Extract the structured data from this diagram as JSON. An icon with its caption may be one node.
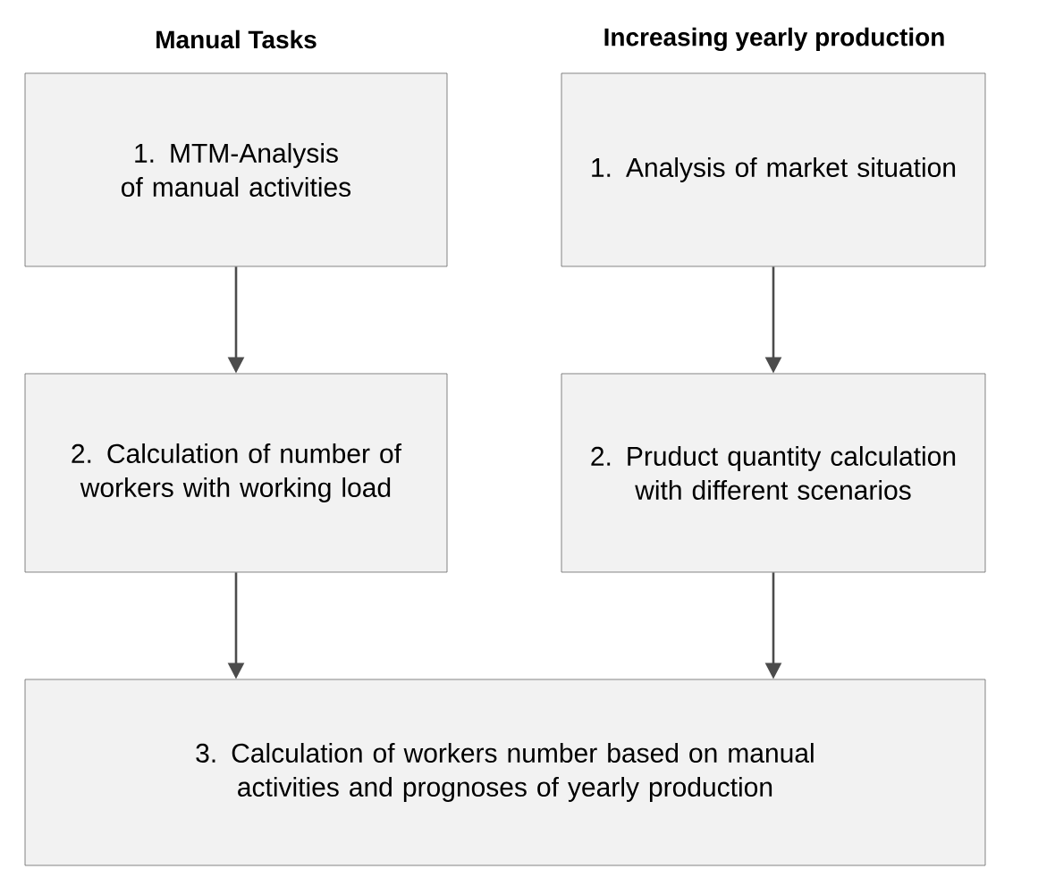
{
  "diagram": {
    "nodes": [
      {
        "text": [
          "1. MTM-Analysis of manual activities"
        ]
      },
      {
        "text": [
          "1. Analysis of market situation"
        ]
      },
      {
        "text": [
          "2. Calculation of number of workers with working load"
        ]
      },
      {
        "text": [
          "2. Pruduct quantity calculation with different scenarios"
        ]
      },
      {
        "text": [
          "3. Calculation of workers number based on manual activities and prognoses of yearly production"
        ]
      }
    ],
    "edges": [
      {
        "from": 0,
        "to": 2,
        "arrow": "to"
      },
      {
        "from": 1,
        "to": 3,
        "arrow": "to"
      },
      {
        "from": 2,
        "to": 4,
        "arrow": "to"
      },
      {
        "from": 3,
        "to": 4,
        "arrow": "to"
      }
    ],
    "labels": [
      "Manual Tasks",
      "Increasing yearly production"
    ]
  }
}
